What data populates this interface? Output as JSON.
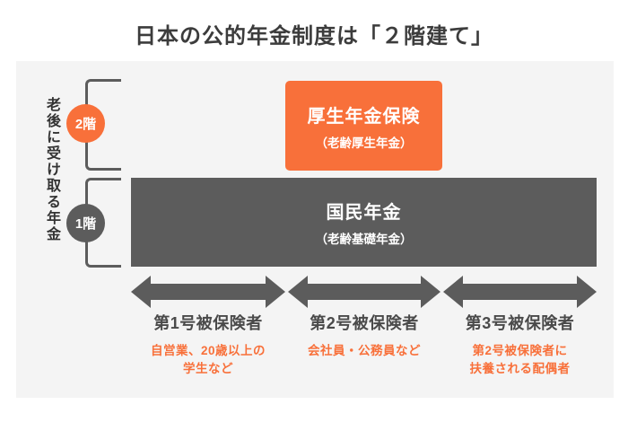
{
  "title": "日本の公的年金制度は「２階建て」",
  "left_axis": {
    "label": "老後に受け取る年金"
  },
  "floors": {
    "second": {
      "badge": "2階",
      "box_title": "厚生年金保険",
      "box_subtitle": "（老齢厚生年金）"
    },
    "first": {
      "badge": "1階",
      "box_title": "国民年金",
      "box_subtitle": "（老齢基礎年金）"
    }
  },
  "insured_categories": [
    {
      "label": "第1号被保険者",
      "description": "自営業、20歳以上の\n学生など"
    },
    {
      "label": "第2号被保険者",
      "description": "会社員・公務員など"
    },
    {
      "label": "第3号被保険者",
      "description": "第2号被保険者に\n扶養される配偶者"
    }
  ],
  "colors": {
    "orange": "#F8703A",
    "dark": "#5C5C5C",
    "panel": "#F4F4F4",
    "label": "#4A4A4A",
    "title": "#3C3C3C"
  }
}
